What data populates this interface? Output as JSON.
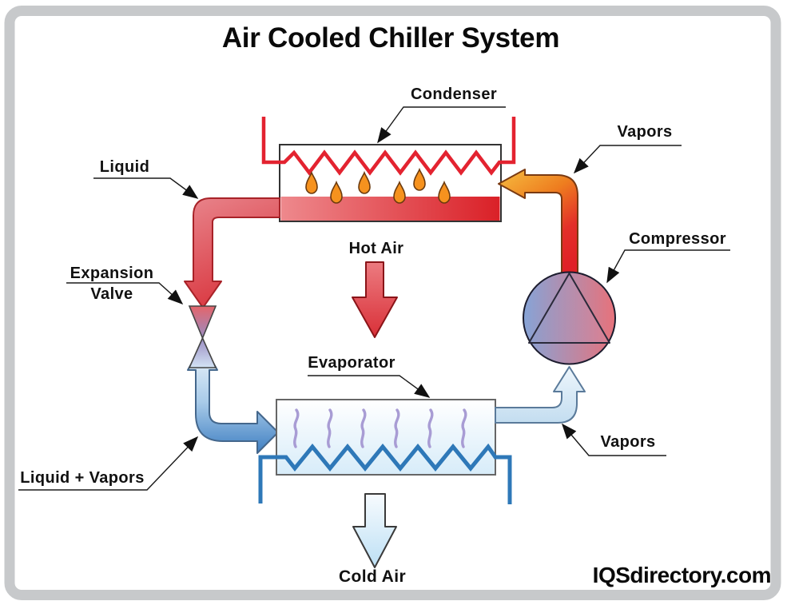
{
  "title": "Air Cooled Chiller System",
  "watermark": "IQSdirectory.com",
  "labels": {
    "condenser": "Condenser",
    "vapors_top": "Vapors",
    "compressor": "Compressor",
    "liquid": "Liquid",
    "expansion_line1": "Expansion",
    "expansion_line2": "Valve",
    "hot_air": "Hot Air",
    "evaporator": "Evaporator",
    "vapors_bottom": "Vapors",
    "liquid_vapors": "Liquid + Vapors",
    "cold_air": "Cold Air"
  },
  "colors": {
    "frame_grey": "#c7c9cb",
    "coil_red": "#e32330",
    "coil_blue": "#2e78b8",
    "pipe_red": "#d83039",
    "pipe_hot_orange": "#f4b13a",
    "pipe_cold_blue": "#4785c5",
    "pipe_vapor_light": "#cfe8f7",
    "flame_orange": "#f6921e",
    "wisp_purple": "#a89cd4",
    "compressor_blue": "#86a4d7",
    "compressor_red": "#e7727b",
    "text_black": "#111111"
  }
}
